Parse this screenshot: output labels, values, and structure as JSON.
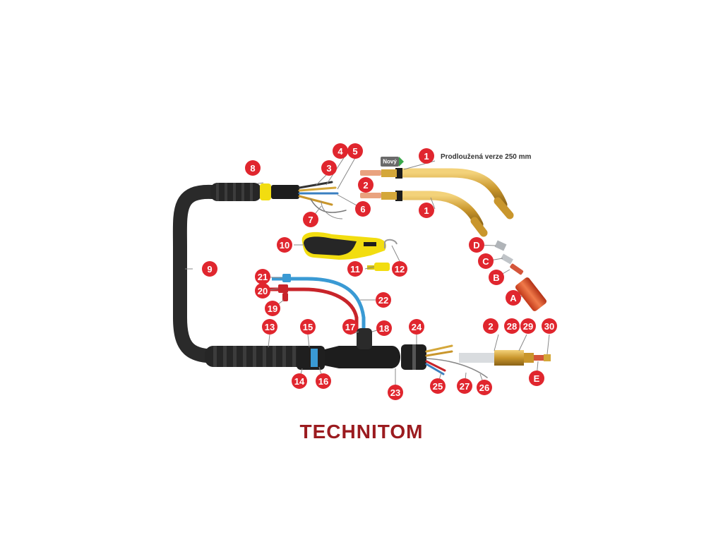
{
  "note": {
    "extended_version": "Prodloužená verze 250 mm",
    "badge": "Nový"
  },
  "callouts": [
    {
      "id": "c1a",
      "label": "1"
    },
    {
      "id": "c1b",
      "label": "1"
    },
    {
      "id": "c2a",
      "label": "2"
    },
    {
      "id": "c2b",
      "label": "2"
    },
    {
      "id": "c3",
      "label": "3"
    },
    {
      "id": "c4",
      "label": "4"
    },
    {
      "id": "c5",
      "label": "5"
    },
    {
      "id": "c6",
      "label": "6"
    },
    {
      "id": "c7",
      "label": "7"
    },
    {
      "id": "c8",
      "label": "8"
    },
    {
      "id": "c9",
      "label": "9"
    },
    {
      "id": "c10",
      "label": "10"
    },
    {
      "id": "c11",
      "label": "11"
    },
    {
      "id": "c12",
      "label": "12"
    },
    {
      "id": "c13",
      "label": "13"
    },
    {
      "id": "c14",
      "label": "14"
    },
    {
      "id": "c15",
      "label": "15"
    },
    {
      "id": "c16",
      "label": "16"
    },
    {
      "id": "c17",
      "label": "17"
    },
    {
      "id": "c18",
      "label": "18"
    },
    {
      "id": "c19",
      "label": "19"
    },
    {
      "id": "c20",
      "label": "20"
    },
    {
      "id": "c21",
      "label": "21"
    },
    {
      "id": "c22",
      "label": "22"
    },
    {
      "id": "c23",
      "label": "23"
    },
    {
      "id": "c24",
      "label": "24"
    },
    {
      "id": "c25",
      "label": "25"
    },
    {
      "id": "c26",
      "label": "26"
    },
    {
      "id": "c27",
      "label": "27"
    },
    {
      "id": "c28",
      "label": "28"
    },
    {
      "id": "c29",
      "label": "29"
    },
    {
      "id": "c30",
      "label": "30"
    },
    {
      "id": "cA",
      "label": "A"
    },
    {
      "id": "cB",
      "label": "B"
    },
    {
      "id": "cC",
      "label": "C"
    },
    {
      "id": "cD",
      "label": "D"
    },
    {
      "id": "cE",
      "label": "E"
    }
  ],
  "brand": {
    "name": "TECHNITOM"
  },
  "colors": {
    "callout": "#e0262e",
    "brand": "#9b1b1f",
    "brass": "#d4a73a",
    "cable": "#2a2a2a",
    "handle_yellow": "#f2dd10",
    "nozzle": "#e8552a"
  }
}
